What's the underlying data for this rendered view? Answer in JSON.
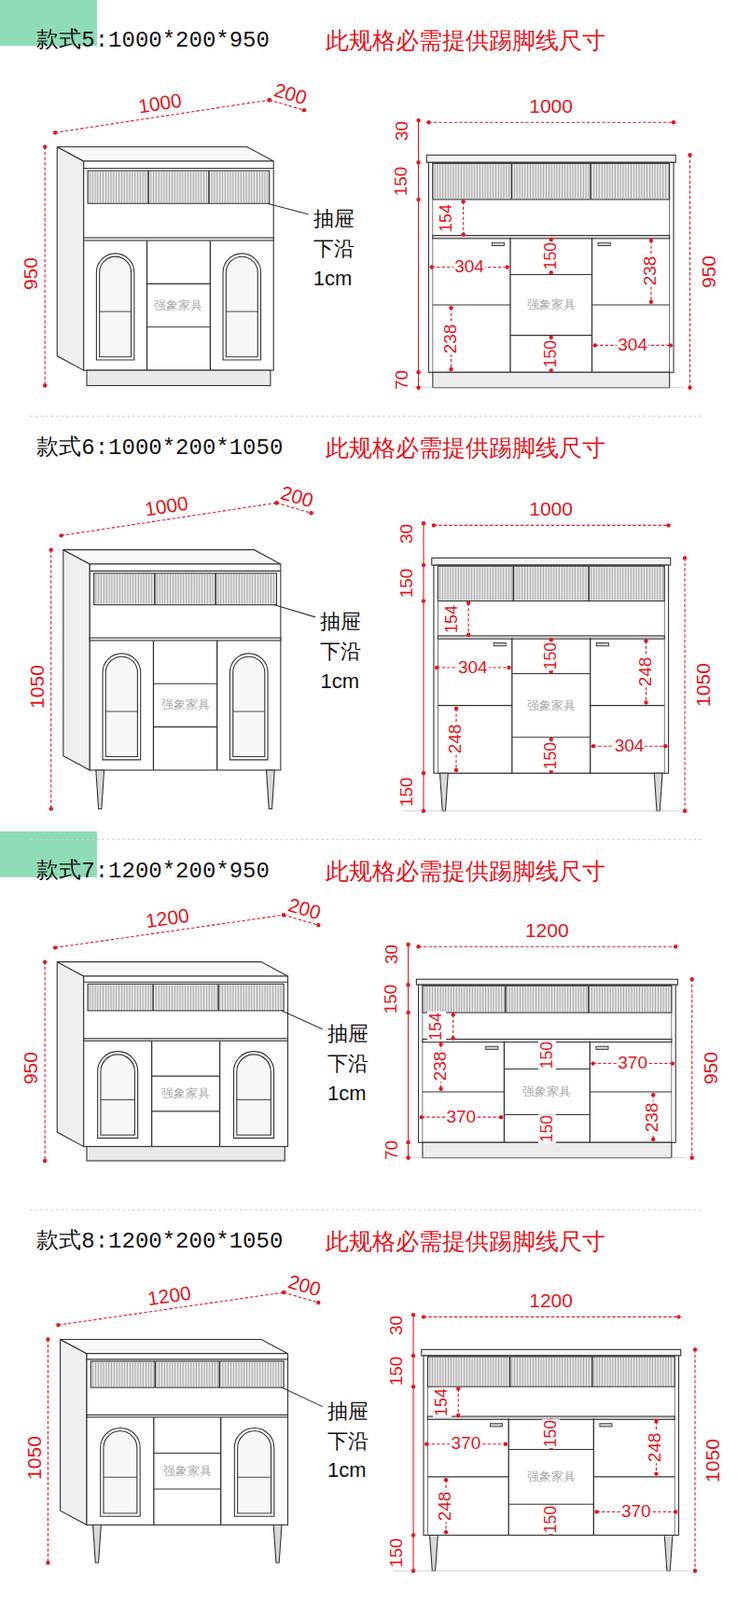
{
  "diagram": {
    "labels": [
      "款式5:1000*200*950",
      "此规格必需提供踢脚线尺寸",
      "1000",
      "200",
      "950",
      "抽屉 下沿 1cm",
      "30",
      "1000",
      "150",
      "154",
      "304",
      "150",
      "238",
      "238",
      "150",
      "304",
      "70",
      "950",
      "强象家具",
      "强象家具",
      "款式6:1000*200*1050",
      "此规格必需提供踢脚线尺寸",
      "1000",
      "200",
      "1050",
      "抽屉 下沿 1cm",
      "30",
      "1000",
      "150",
      "154",
      "304",
      "150",
      "248",
      "248",
      "150",
      "304",
      "150",
      "1050",
      "强象家具",
      "强象家具",
      "款式7:1200*200*950",
      "此规格必需提供踢脚线尺寸",
      "1200",
      "200",
      "950",
      "抽屉 下沿 1cm",
      "30",
      "1200",
      "150",
      "154",
      "238",
      "150",
      "370",
      "370",
      "150",
      "238",
      "70",
      "950",
      "强象家具",
      "强象家具",
      "款式8:1200*200*1050",
      "此规格必需提供踢脚线尺寸",
      "1200",
      "200",
      "1050",
      "抽屉 下沿 1cm",
      "30",
      "1200",
      "150",
      "154",
      "370",
      "150",
      "248",
      "248",
      "150",
      "370",
      "150",
      "1050",
      "强象家具",
      "强象家具"
    ]
  }
}
